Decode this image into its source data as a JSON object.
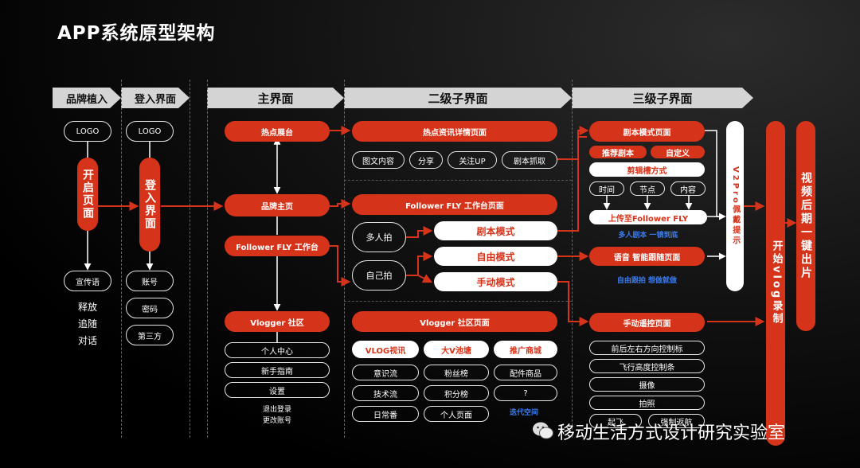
{
  "title": "APP系统原型架构",
  "headers": {
    "brand": "品牌植入",
    "login": "登入界面",
    "main": "主界面",
    "second": "二级子界面",
    "third": "三级子界面"
  },
  "brand_col": {
    "logo": "LOGO",
    "open_page": "开启页面",
    "slogan": "宣传语",
    "notes": [
      "释放",
      "追随",
      "对话"
    ]
  },
  "login_col": {
    "logo": "LOGO",
    "login_page": "登入界面",
    "account": "账号",
    "password": "密码",
    "third_party": "第三方"
  },
  "main_col": {
    "hot_showcase": "热点展台",
    "brand_home": "品牌主页",
    "follower_workbench": "Follower FLY 工作台",
    "vlogger_community": "Vlogger 社区",
    "personal_center": "个人中心",
    "guide": "新手指南",
    "settings": "设置",
    "logout_notes": [
      "退出登录",
      "更改账号"
    ]
  },
  "second_col": {
    "hot_detail": "热点资讯详情页面",
    "hot_items": [
      "图文内容",
      "分享",
      "关注UP",
      "剧本抓取"
    ],
    "workbench_page": "Follower FLY 工作台页面",
    "multi_shoot": "多人拍",
    "self_shoot": "自己拍",
    "script_mode": "剧本模式",
    "free_mode": "自由模式",
    "manual_mode": "手动模式",
    "vlogger_page": "Vlogger 社区页面",
    "vlogger_tabs": [
      "VLOG视讯",
      "大V池塘",
      "推广商城"
    ],
    "grid": [
      [
        "意识流",
        "粉丝榜",
        "配件商品"
      ],
      [
        "技术流",
        "积分榜",
        "?"
      ],
      [
        "日常番",
        "个人页面",
        "迭代空间"
      ]
    ],
    "iter_note": "迭代空间"
  },
  "third_col": {
    "script_page": "剧本模式页面",
    "recommend_script": "推荐剧本",
    "custom": "自定义",
    "edit_method": "剪辑槽方式",
    "edit_items": [
      "时间",
      "节点",
      "内容"
    ],
    "upload": "上传至Follower FLY",
    "multi_note": "多人剧本  一镜到底",
    "voice_page": "语音 智能跟随页面",
    "free_note": "自由跟拍  想做就做",
    "manual_page": "手动遥控页面",
    "controls": [
      "前后左右方向控制标",
      "飞行高度控制条",
      "摄像",
      "拍照",
      "起飞",
      "强制返航"
    ]
  },
  "right_cols": {
    "v2pro": "V2Pro佩戴提示",
    "start_vlog": "开始vlog录制",
    "post": "视频后期一键出片"
  },
  "watermark": "移动生活方式设计研究实验室"
}
